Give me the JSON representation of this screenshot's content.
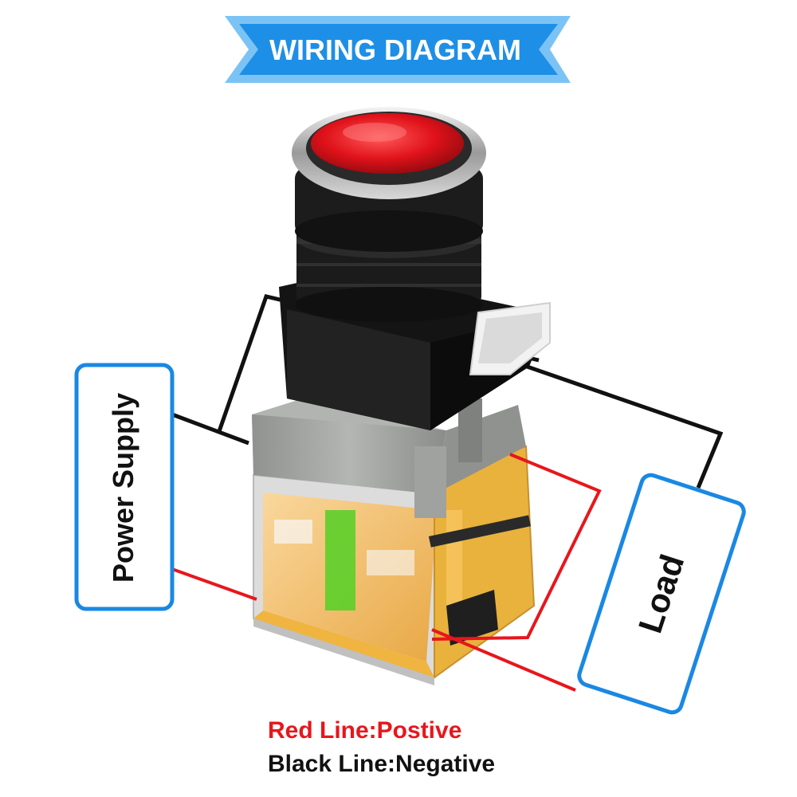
{
  "title": "WIRING DIAGRAM",
  "labels": {
    "power_supply": "Power Supply",
    "load": "Load"
  },
  "legend": {
    "red": "Red Line:Postive",
    "black": "Black Line:Negative"
  },
  "colors": {
    "banner_blue": "#1e8fe6",
    "box_border": "#1a88e3",
    "red_wire": "#e8161c",
    "black_wire": "#111111",
    "button_red": "#e0121a",
    "housing_gray": "#a6a9a6",
    "contact_orange": "#f2a31c",
    "contact_green": "#5ccf2a"
  }
}
